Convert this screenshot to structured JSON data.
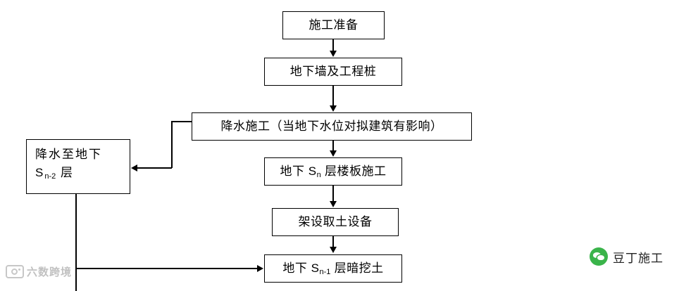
{
  "diagram": {
    "type": "flowchart",
    "title": "",
    "nodes": [
      {
        "id": "n1",
        "label": "施工准备"
      },
      {
        "id": "n2",
        "label": "地下墙及工程桩"
      },
      {
        "id": "n3",
        "label": "降水施工（当地下水位对拟建筑有影响）"
      },
      {
        "id": "n4",
        "label_pre": "降水至地下",
        "label_post_pre": "S",
        "label_post_sub": "n-2",
        "label_post_tail": " 层"
      },
      {
        "id": "n5",
        "label_pre": "地下 S",
        "label_sub": "n",
        "label_post": " 层楼板施工"
      },
      {
        "id": "n6",
        "label": "架设取土设备"
      },
      {
        "id": "n7",
        "label_pre": "地下 S",
        "label_sub": "n-1",
        "label_post": " 层暗挖土"
      }
    ]
  },
  "watermarks": {
    "left_text": "六数跨境",
    "right_label": "豆丁施工"
  }
}
